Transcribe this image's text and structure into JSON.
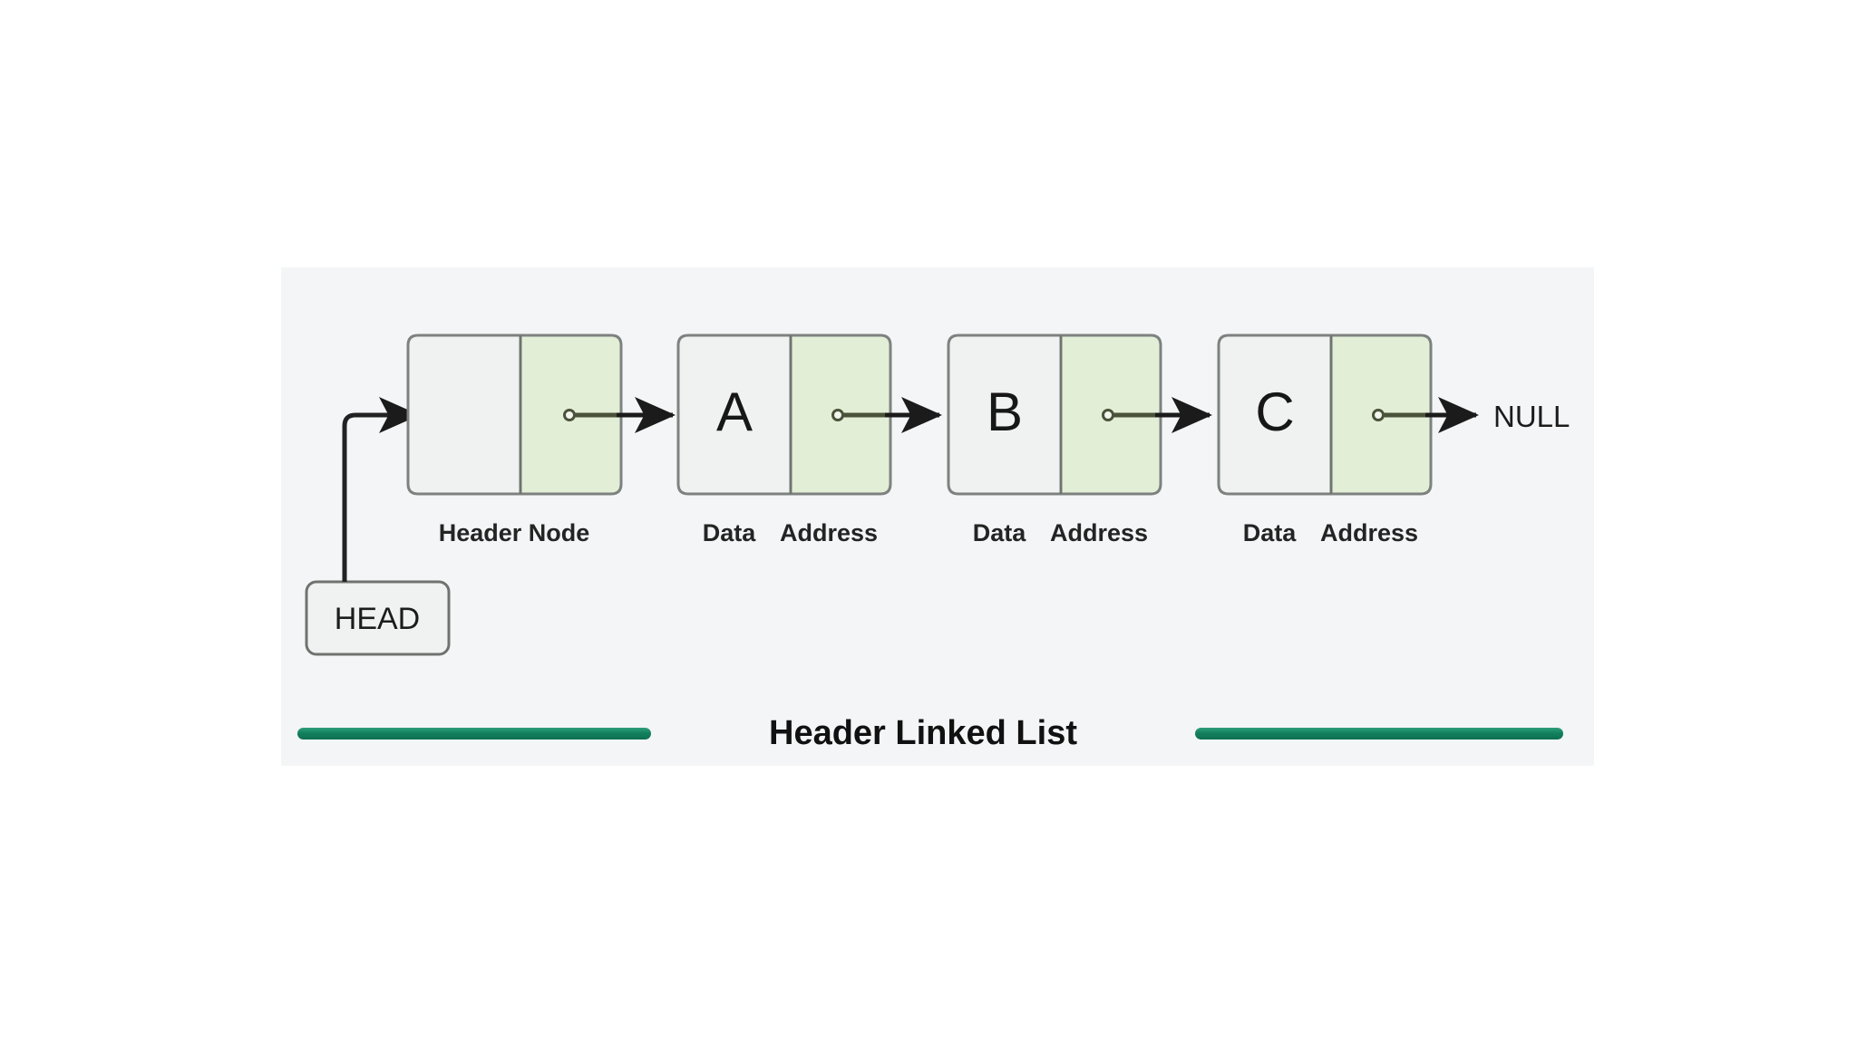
{
  "diagram": {
    "title": "Header Linked List",
    "caption": "Header Linked List",
    "pointer_target": "NULL",
    "head_pointer": {
      "label": "HEAD",
      "name": "head-pointer"
    },
    "colors": {
      "panel_background": "#f4f5f6",
      "page_background": "#ffffff",
      "node_data_fill": "#f0f1f1",
      "node_address_fill": "#e3eed7",
      "node_border": "#7d8280",
      "divider": "#6f746f",
      "arrow": "#1b1b1b",
      "pointer_dot_stroke": "#4a5339",
      "pointer_line": "#4a5339",
      "text": "#1c1c1c",
      "caption_rule": "#16805f"
    },
    "nodes": [
      {
        "id": "header-node",
        "data_value": "",
        "caption": "Header Node",
        "caption_parts": [
          "Header Node"
        ],
        "has_pointer": true,
        "pointer_to": "node-a"
      },
      {
        "id": "node-a",
        "data_value": "A",
        "caption": "Data Address",
        "caption_parts": [
          "Data",
          "Address"
        ],
        "has_pointer": true,
        "pointer_to": "node-b"
      },
      {
        "id": "node-b",
        "data_value": "B",
        "caption": "Data Address",
        "caption_parts": [
          "Data",
          "Address"
        ],
        "has_pointer": true,
        "pointer_to": "node-c"
      },
      {
        "id": "node-c",
        "data_value": "C",
        "caption": "Data Address",
        "caption_parts": [
          "Data",
          "Address"
        ],
        "has_pointer": true,
        "pointer_to": "NULL"
      }
    ],
    "labels": {
      "header_node": "Header Node",
      "data": "Data",
      "address": "Address",
      "null": "NULL",
      "head": "HEAD"
    }
  }
}
